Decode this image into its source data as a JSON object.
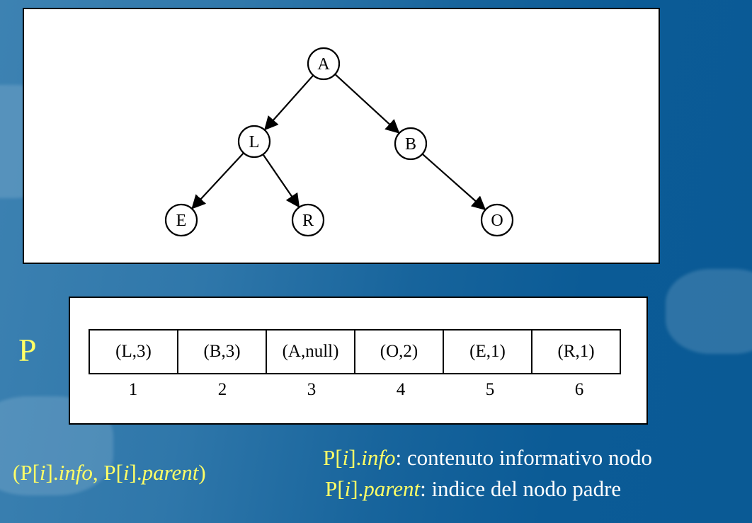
{
  "tree": {
    "nodes": [
      {
        "id": "A",
        "label": "A"
      },
      {
        "id": "L",
        "label": "L"
      },
      {
        "id": "B",
        "label": "B"
      },
      {
        "id": "E",
        "label": "E"
      },
      {
        "id": "R",
        "label": "R"
      },
      {
        "id": "O",
        "label": "O"
      }
    ],
    "edges": [
      [
        "A",
        "L"
      ],
      [
        "A",
        "B"
      ],
      [
        "L",
        "E"
      ],
      [
        "L",
        "R"
      ],
      [
        "B",
        "O"
      ]
    ]
  },
  "array": {
    "name": "P",
    "cells": [
      "(L,3)",
      "(B,3)",
      "(A,null)",
      "(O,2)",
      "(E,1)",
      "(R,1)"
    ],
    "indices": [
      "1",
      "2",
      "3",
      "4",
      "5",
      "6"
    ]
  },
  "notation": {
    "open": "(P[",
    "i": "i",
    "mid1": "].",
    "info": "info",
    "comma": ", P[",
    "mid2": "].",
    "parent": "parent",
    "close": ")"
  },
  "legend": {
    "info_prefix": "P[",
    "info_i": "i",
    "info_mid": "].",
    "info_field": "info",
    "info_desc": ": contenuto informativo nodo",
    "parent_prefix": "P[",
    "parent_i": "i",
    "parent_mid": "].",
    "parent_field": "parent",
    "parent_desc": ": indice del nodo padre"
  },
  "colors": {
    "accent": "#ffff66",
    "text_light": "#ffffff",
    "background": "#0b5b96"
  }
}
